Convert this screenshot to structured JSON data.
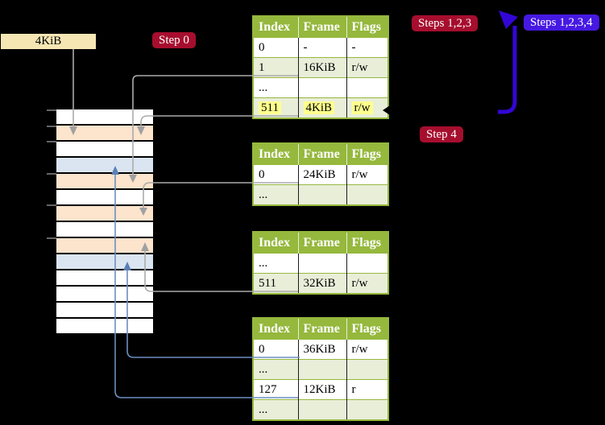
{
  "labels": {
    "frame_box": "4KiB",
    "step0": "Step 0",
    "steps_123": "Steps 1,2,3",
    "steps_1234": "Steps 1,2,3,4",
    "step4": "Step 4"
  },
  "tables": [
    {
      "columns": [
        "Index",
        "Frame",
        "Flags"
      ],
      "rows": [
        {
          "cells": [
            "0",
            "-",
            "-"
          ],
          "alt": false,
          "highlight": false
        },
        {
          "cells": [
            "1",
            "16KiB",
            "r/w"
          ],
          "alt": true,
          "highlight": false
        },
        {
          "cells": [
            "...",
            "",
            ""
          ],
          "alt": false,
          "highlight": false
        },
        {
          "cells": [
            "511",
            "4KiB",
            "r/w"
          ],
          "alt": true,
          "highlight": true
        }
      ]
    },
    {
      "columns": [
        "Index",
        "Frame",
        "Flags"
      ],
      "rows": [
        {
          "cells": [
            "0",
            "24KiB",
            "r/w"
          ],
          "alt": false,
          "highlight": false
        },
        {
          "cells": [
            "...",
            "",
            ""
          ],
          "alt": true,
          "highlight": false
        }
      ]
    },
    {
      "columns": [
        "Index",
        "Frame",
        "Flags"
      ],
      "rows": [
        {
          "cells": [
            "...",
            "",
            ""
          ],
          "alt": false,
          "highlight": false
        },
        {
          "cells": [
            "511",
            "32KiB",
            "r/w"
          ],
          "alt": true,
          "highlight": false
        }
      ]
    },
    {
      "columns": [
        "Index",
        "Frame",
        "Flags"
      ],
      "rows": [
        {
          "cells": [
            "0",
            "36KiB",
            "r/w"
          ],
          "alt": false,
          "highlight": false
        },
        {
          "cells": [
            "...",
            "",
            ""
          ],
          "alt": true,
          "highlight": false
        },
        {
          "cells": [
            "127",
            "12KiB",
            "r"
          ],
          "alt": false,
          "highlight": false
        },
        {
          "cells": [
            "...",
            "",
            ""
          ],
          "alt": true,
          "highlight": false
        }
      ]
    }
  ],
  "memory_rows": [
    "white",
    "peach",
    "white",
    "blue",
    "peach",
    "white",
    "peach",
    "white",
    "peach",
    "blue",
    "white",
    "white",
    "white",
    "white"
  ],
  "colors": {
    "background": "#000000",
    "table_header_bg": "#95b83d",
    "table_alt_row_bg": "#e9eed9",
    "table_border": "#95b83d",
    "highlight_yellow": "#feff8d",
    "crimson_label_bg": "#a60e2e",
    "blue_label_bg": "#4619e2",
    "memory_peach": "#fce4cd",
    "memory_blue": "#dbe5f1",
    "memory_white": "#ffffff",
    "frame_box_bg": "#f6e6b4",
    "arrow_gray": "#ababab",
    "arrow_steel_blue": "#6d8ebf",
    "arrow_loop_blue": "#3206d6",
    "tick_gray": "#888888"
  }
}
